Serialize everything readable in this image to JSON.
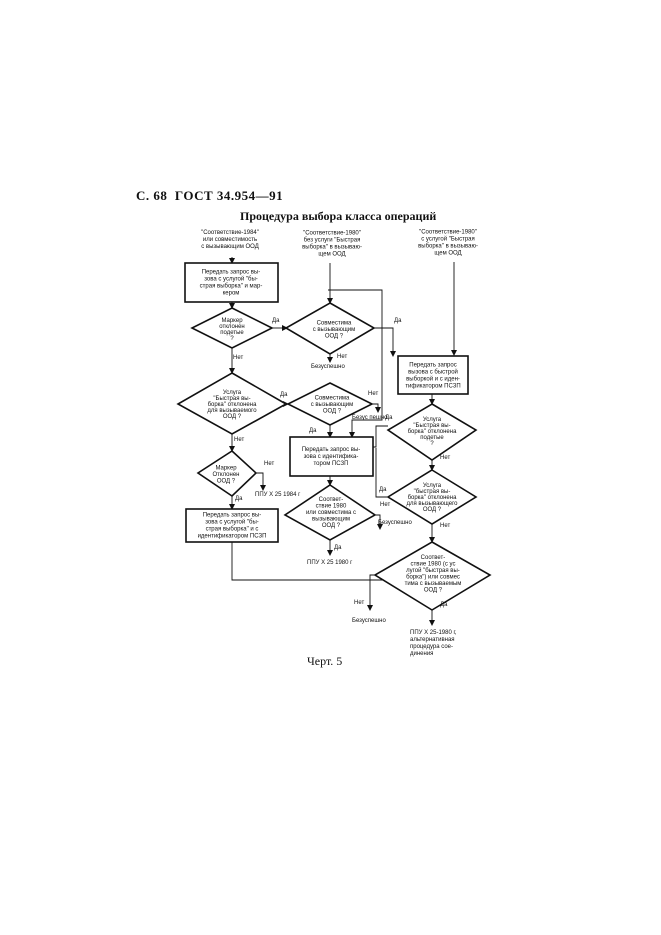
{
  "header": {
    "page": "С. 68",
    "standard": "ГОСТ 34.954—91"
  },
  "title": "Процедура выбора класса операций",
  "caption": "Черт. 5",
  "entries": {
    "e1": [
      "\"Соответствие-1984\"",
      "или совместимость",
      "с вызывающим ООД"
    ],
    "e2": [
      "\"Соответствие-1980\"",
      "без услуги \"Быстрая",
      "выборка\" в вызываю-",
      "щем ООД"
    ],
    "e3": [
      "\"Соответствие-1980\"",
      "с услугой \"Быстрая",
      "выборка\" в вызываю-",
      "щем ООД"
    ]
  },
  "boxes": {
    "b1": [
      "Передать запрос вы-",
      "зова с услугой \"бы-",
      "страя выборка\" и мар-",
      "кером"
    ],
    "b2": [
      "Передать запрос вы-",
      "зова с идентифика-",
      "тором ПСЗП"
    ],
    "b3": [
      "Передать запрос",
      "вызова с быстрой",
      "выборкой и с иден-",
      "тификатором ПСЗП"
    ],
    "b4": [
      "Передать запрос вы-",
      "зова с услугой \"бы-",
      "страя выборка\" и с",
      "идентификатором ПСЗП"
    ]
  },
  "decisions": {
    "d1": [
      "Маркер",
      "отклонен",
      "подетые",
      "?"
    ],
    "d2": [
      "Совместима",
      "с вызывающим",
      "ООД    ?"
    ],
    "d3": [
      "Услуга",
      "\"Быстрая вы-",
      "борка\" отклонена",
      "для вызываемого",
      "ООД ?"
    ],
    "d4": [
      "Совместима",
      "с вызывающим",
      "ООД    ?"
    ],
    "d5": [
      "Услуга",
      "\"Быстрая вы-",
      "борка\" отклонена",
      "подетые",
      "?"
    ],
    "d6": [
      "Маркер",
      "Отклонен",
      "ООД    ?"
    ],
    "d7": [
      "Услуга",
      "\"быстрая вы-",
      "борка\" отклонена",
      "для вызывающего",
      "ООД    ?"
    ],
    "d8": [
      "Соответ-",
      "ствие 1980",
      "или совместима с",
      "вызывающим",
      "ООД    ?"
    ],
    "d9": [
      "Соответ-",
      "ствие 1980 (с ус",
      "лугой \"быстрая вы-",
      "борка\") или совмес",
      "тима с вызываемым",
      "ООД    ?"
    ]
  },
  "labels": {
    "da": "Да",
    "net": "Нет",
    "fail": "Безуспешно",
    "fail2": "Безус пешно",
    "ppu1984": "ППУ Х 25 1984 г",
    "ppu1980": "ППУ Х 25 1980 г",
    "final": [
      "ППУ Х 25-1980 г,",
      "альтернативная",
      "процедура сое-",
      "динения"
    ]
  }
}
